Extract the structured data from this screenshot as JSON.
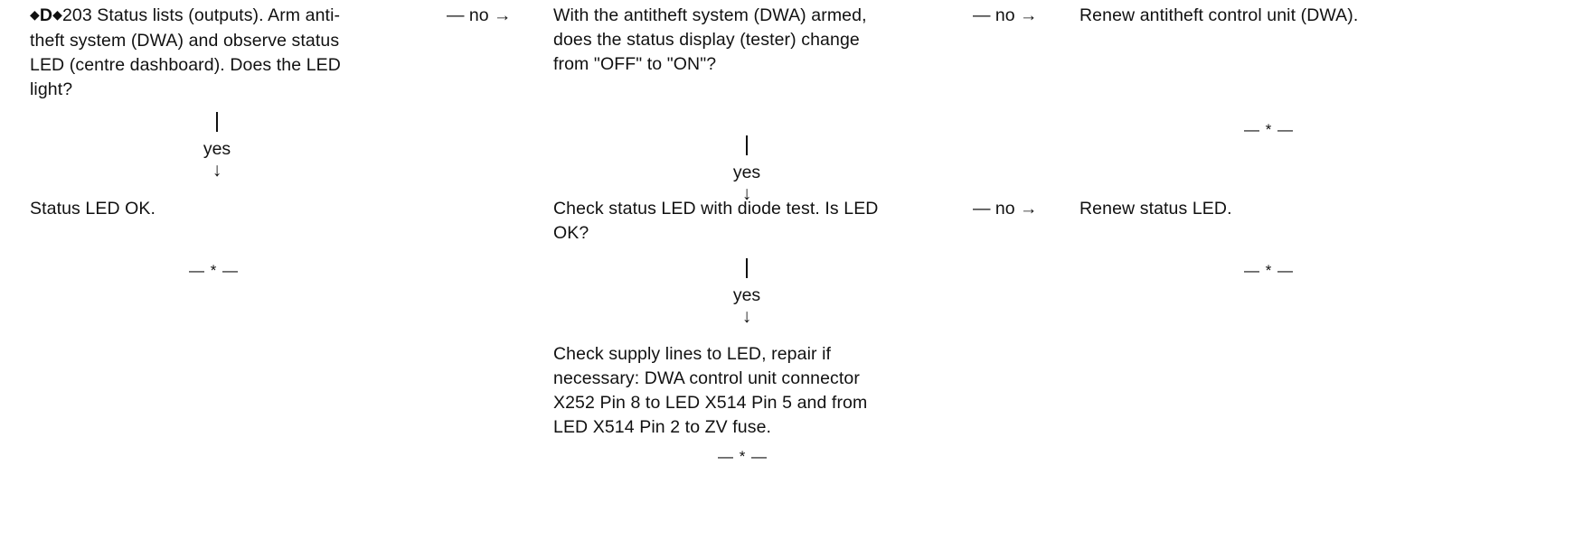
{
  "step_code": "D",
  "step_number_text": "203 Status lists (outputs). Arm anti-theft system (DWA) and observe status LED (centre dashboard). Does the LED light?",
  "col1": {
    "line1_rest": "203 Status lists (outputs). Arm anti-",
    "line2": "theft system (DWA) and observe status",
    "line3": "LED (centre dashboard). Does the LED",
    "line4": "light?",
    "yes_label": "yes",
    "result": "Status LED OK.",
    "end": "— * —"
  },
  "arrow1": "— no →",
  "col2": {
    "q_line1": "With the antitheft system (DWA) armed,",
    "q_line2": "does the status display (tester) change",
    "q_line3": "from \"OFF\" to \"ON\"?",
    "yes_label1": "yes",
    "check_line1": "Check status LED with diode test. Is LED",
    "check_line2": "OK?",
    "yes_label2": "yes",
    "supply_line1": "Check supply lines to LED, repair if",
    "supply_line2": "necessary: DWA control unit connector",
    "supply_line3": "X252 Pin 8 to LED X514 Pin 5 and from",
    "supply_line4": "LED X514 Pin 2 to ZV fuse.",
    "end": "— * —"
  },
  "arrow2": "— no →",
  "arrow3": "— no →",
  "col3": {
    "renew_unit": "Renew antitheft control unit (DWA).",
    "end1": "— * —",
    "renew_led": "Renew status LED.",
    "end2": "— * —"
  }
}
